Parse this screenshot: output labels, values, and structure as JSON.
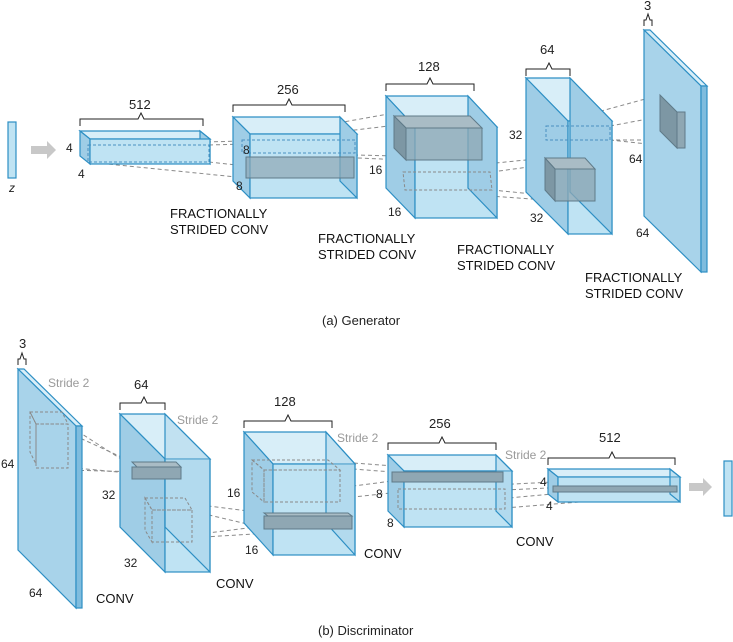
{
  "colors": {
    "front": "#bfe3f3",
    "top": "#d8eef8",
    "side": "#9fcde6",
    "edge": "#2d8fc4",
    "kernel": "#8fa7b3",
    "dash": "#8a8a8a",
    "arrow": "#c8c8c8"
  },
  "generator": {
    "caption": "(a) Generator",
    "z_label": "z",
    "layers": [
      {
        "channels": "512",
        "height": "4",
        "width": "4"
      },
      {
        "channels": "256",
        "height": "8",
        "width": "8"
      },
      {
        "channels": "128",
        "height": "16",
        "width": "16"
      },
      {
        "channels": "64",
        "height": "32",
        "width": "32"
      },
      {
        "channels": "3",
        "height": "64",
        "width": "64"
      }
    ],
    "ops": [
      "FRACTIONALLY\nSTRIDED CONV",
      "FRACTIONALLY\nSTRIDED CONV",
      "FRACTIONALLY\nSTRIDED CONV",
      "FRACTIONALLY\nSTRIDED CONV"
    ]
  },
  "discriminator": {
    "caption": "(b) Discriminator",
    "layers": [
      {
        "channels": "3",
        "height": "64",
        "width": "64"
      },
      {
        "channels": "64",
        "height": "32",
        "width": "32"
      },
      {
        "channels": "128",
        "height": "16",
        "width": "16"
      },
      {
        "channels": "256",
        "height": "8",
        "width": "8"
      },
      {
        "channels": "512",
        "height": "4",
        "width": "4"
      }
    ],
    "ops": [
      "CONV",
      "CONV",
      "CONV",
      "CONV"
    ],
    "strides": [
      "Stride 2",
      "Stride 2",
      "Stride 2",
      "Stride 2"
    ]
  }
}
